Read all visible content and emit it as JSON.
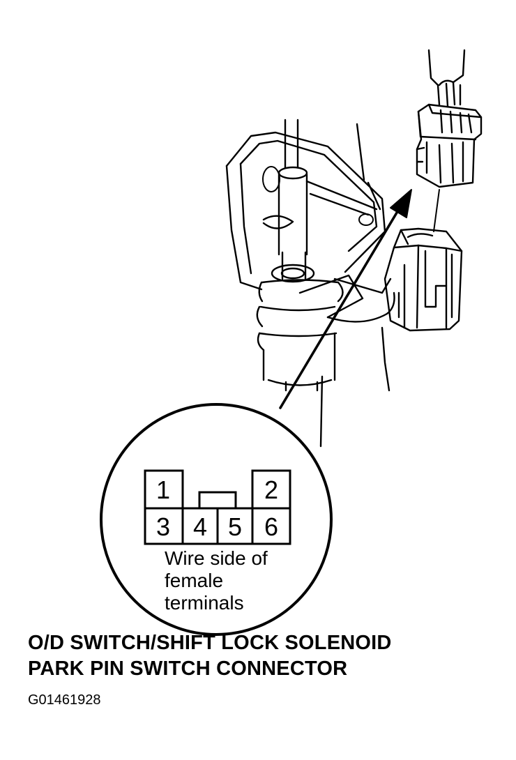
{
  "connector": {
    "pins": [
      "1",
      "2",
      "3",
      "4",
      "5",
      "6"
    ],
    "note_lines": [
      "Wire side of",
      "female",
      "terminals"
    ]
  },
  "caption": {
    "line1": "O/D SWITCH/SHIFT LOCK SOLENOID",
    "line2": "PARK PIN SWITCH CONNECTOR"
  },
  "figure_id": "G01461928"
}
